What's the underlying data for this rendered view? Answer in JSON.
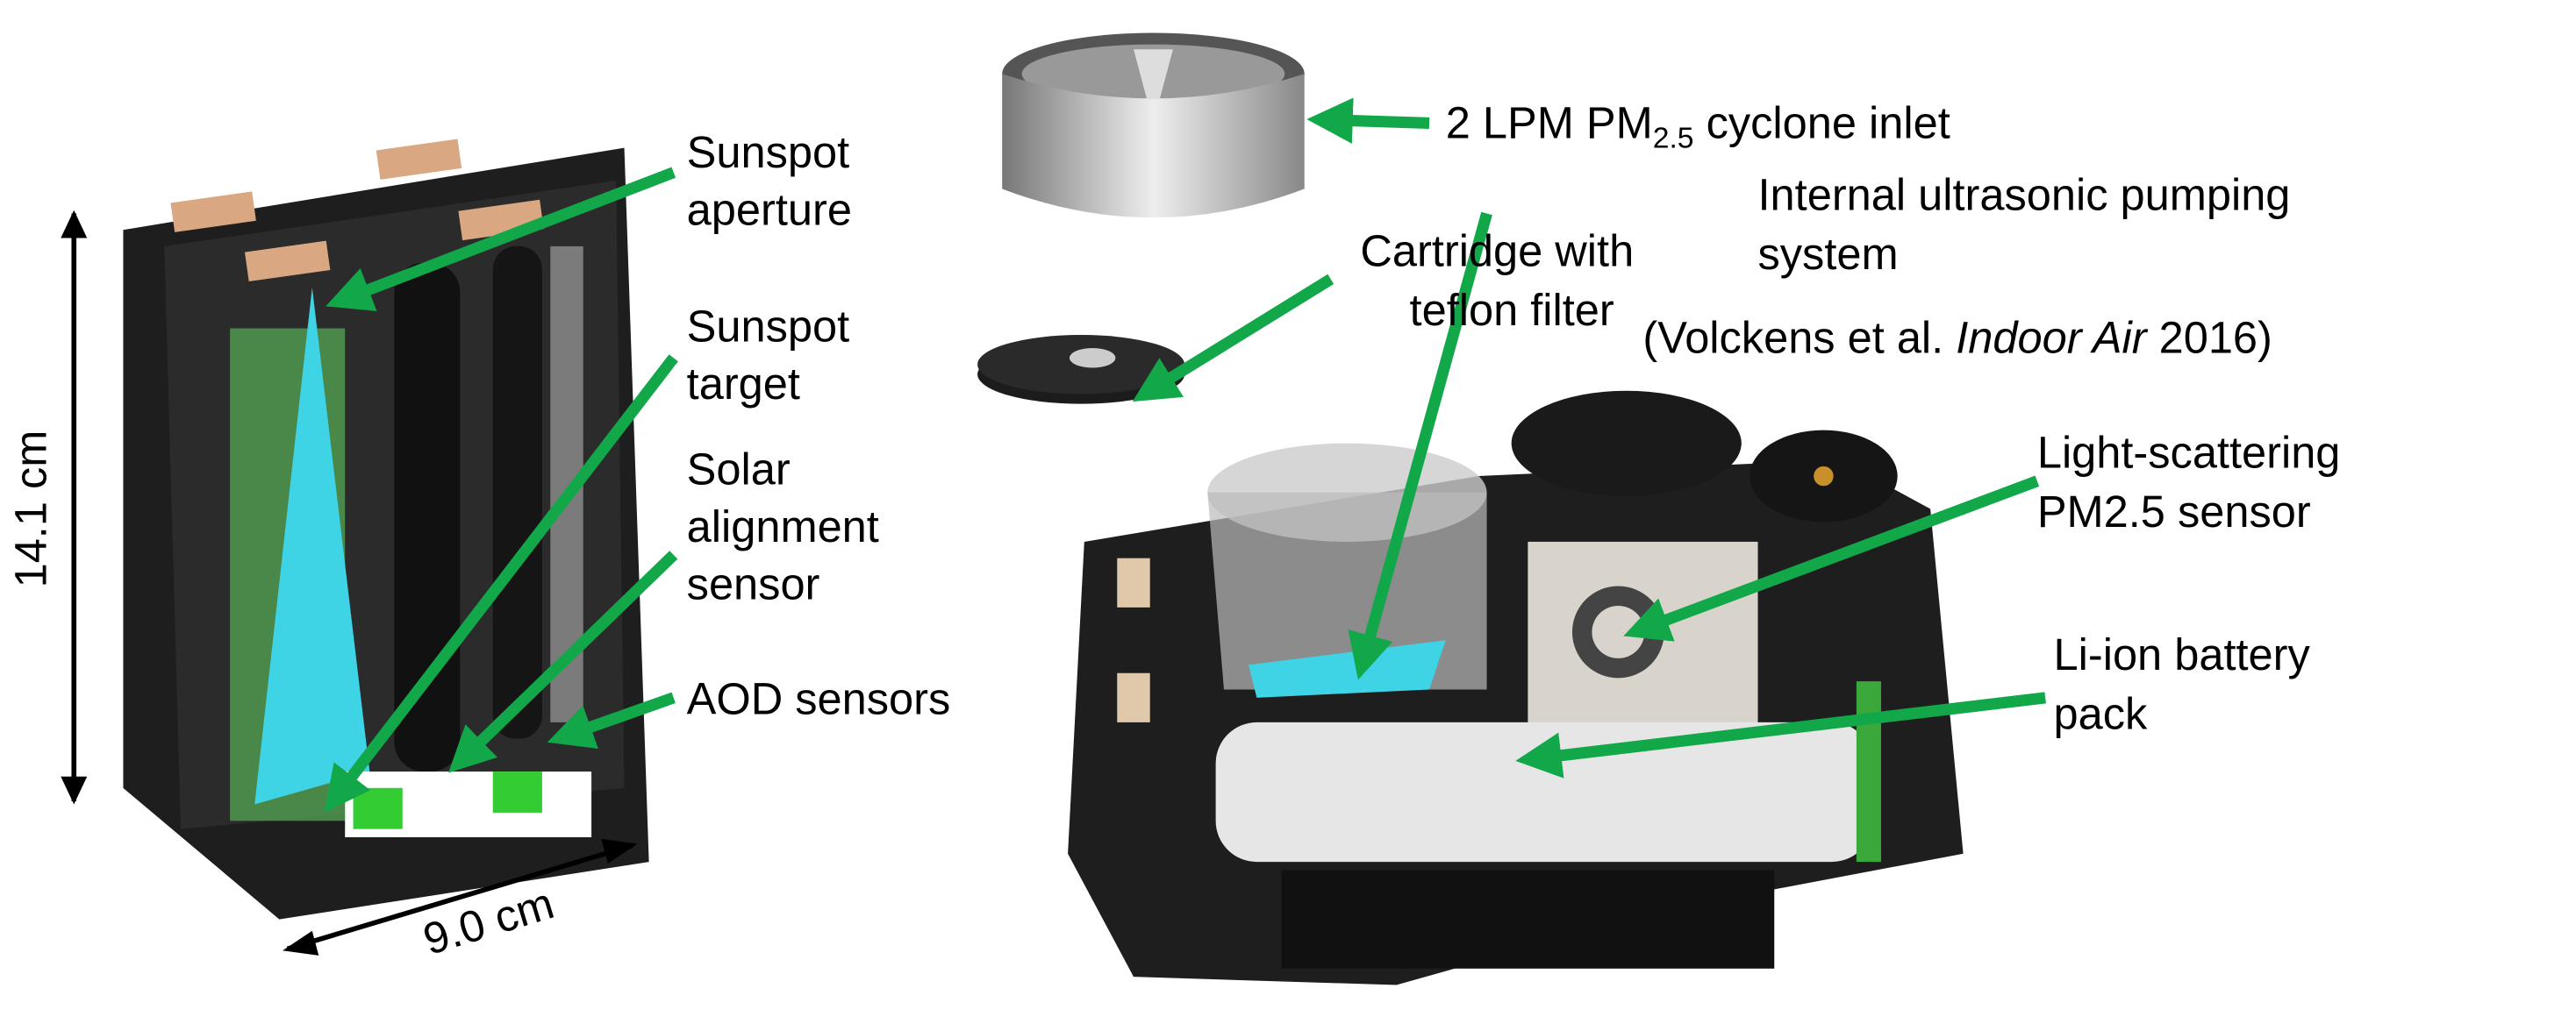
{
  "colors": {
    "arrow": "#12a84a",
    "body": "#1e1e1e",
    "cyan": "#3fd3e6",
    "board": "#3aa83a",
    "battery": "#e6e6e6"
  },
  "left_device": {
    "height_dim": "14.1 cm",
    "width_dim": "9.0 cm",
    "labels": {
      "sunspot_aperture": [
        "Sunspot",
        "aperture"
      ],
      "sunspot_target": [
        "Sunspot",
        "target"
      ],
      "solar_alignment": [
        "Solar",
        "alignment",
        "sensor"
      ],
      "aod_sensors": "AOD sensors"
    }
  },
  "right_device": {
    "labels": {
      "cyclone_prefix": "2 LPM PM",
      "cyclone_sub": "2.5",
      "cyclone_suffix": " cyclone inlet",
      "cartridge": [
        "Cartridge with",
        "teflon filter"
      ],
      "pumping": [
        "Internal ultrasonic pumping",
        "system"
      ],
      "citation_prefix": "(Volckens et al. ",
      "citation_journal": "Indoor Air",
      "citation_suffix": " 2016)",
      "light_scattering": [
        "Light-scattering",
        "PM2.5 sensor"
      ],
      "battery": [
        "Li-ion battery",
        "pack"
      ]
    }
  }
}
